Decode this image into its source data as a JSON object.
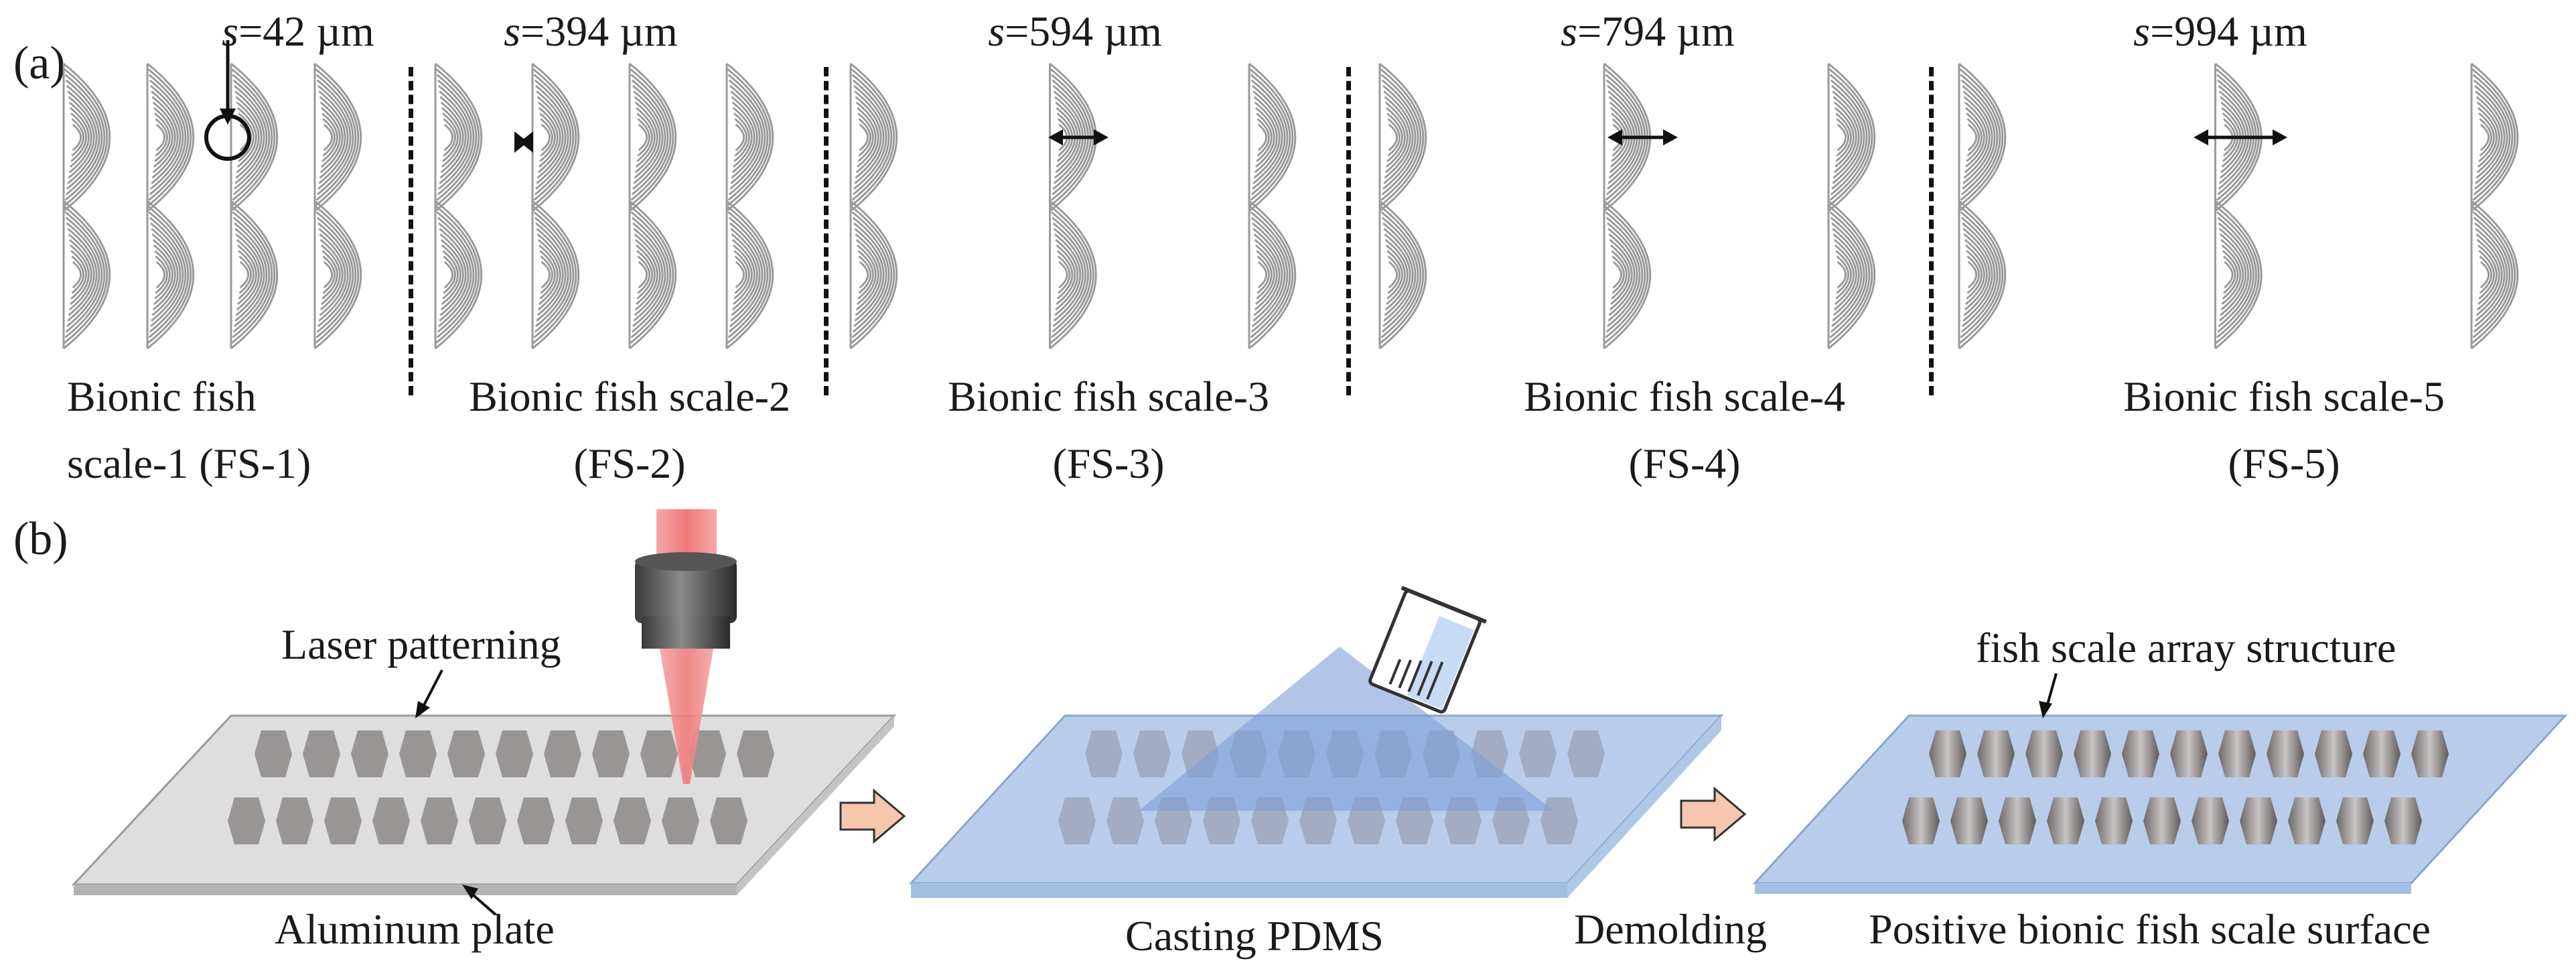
{
  "panel_a": {
    "label": "(a)",
    "groups": [
      {
        "spacing_prefix": "s",
        "spacing_value": "=42 µm",
        "caption_line1": "Bionic fish",
        "caption_line2": "scale-1  (FS-1)"
      },
      {
        "spacing_prefix": "s",
        "spacing_value": "=394 µm",
        "caption_line1": "Bionic fish scale-2",
        "caption_line2": "(FS-2)"
      },
      {
        "spacing_prefix": "s",
        "spacing_value": "=594 µm",
        "caption_line1": "Bionic fish scale-3",
        "caption_line2": "(FS-3)"
      },
      {
        "spacing_prefix": "s",
        "spacing_value": "=794 µm",
        "caption_line1": "Bionic fish scale-4",
        "caption_line2": "(FS-4)"
      },
      {
        "spacing_prefix": "s",
        "spacing_value": "=994 µm",
        "caption_line1": "Bionic fish scale-5",
        "caption_line2": "(FS-5)"
      }
    ]
  },
  "panel_b": {
    "label": "(b)",
    "laser_label": "Laser patterning",
    "plate_label": "Aluminum plate",
    "casting_label": "Casting PDMS",
    "demolding_label": "Demolding",
    "array_label": "fish scale array structure",
    "surface_label": "Positive bionic fish scale surface"
  },
  "colors": {
    "scale_line": "#9a9a9a",
    "aluminum_plate": "#d9d9d9",
    "pdms": "#a9c4ea",
    "laser_beam": "#f08c8c",
    "flow_arrow": "#f6c6ae",
    "scale_block": "#9a9595"
  }
}
